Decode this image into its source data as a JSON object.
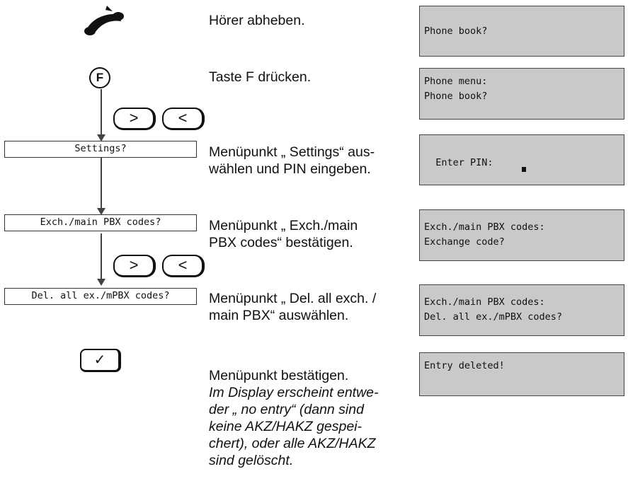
{
  "steps": [
    {
      "text": "Hörer abheben."
    },
    {
      "text": "Taste F drücken."
    },
    {
      "text": "Menüpunkt „ Settings“ aus-\nwählen und PIN eingeben."
    },
    {
      "text": "Menüpunkt „ Exch./main\nPBX codes“ bestätigen."
    },
    {
      "text": "Menüpunkt „ Del. all exch. /\nmain PBX“ auswählen."
    },
    {
      "text": "Menüpunkt bestätigen.",
      "italic": "Im Display erscheint entwe-\nder „ no entry“ (dann sind\nkeine AKZ/HAKZ gespei-\nchert), oder alle AKZ/HAKZ\nsind gelöscht."
    }
  ],
  "menu_boxes": [
    "Settings?",
    "Exch./main PBX codes?",
    "Del. all ex./mPBX codes?"
  ],
  "displays": [
    "\nPhone book?",
    "Phone menu:\nPhone book?",
    "Enter PIN:",
    "Exch./main PBX codes:\nExchange code?",
    "Exch./main PBX codes:\nDel. all ex./mPBX codes?",
    "Entry deleted!"
  ],
  "keys": {
    "f_key": "F",
    "next_key": ">",
    "prev_key": "<",
    "ok_key": "✓"
  },
  "icons": [
    "handset-icon"
  ]
}
